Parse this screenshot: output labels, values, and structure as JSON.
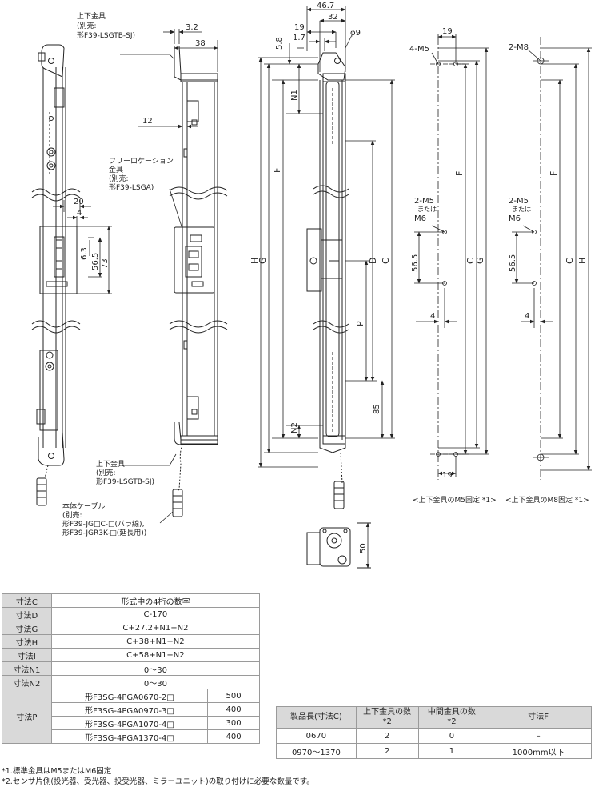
{
  "callouts": {
    "bracket_top": [
      "上下金具",
      "(別売:",
      "形F39-LSGTB-SJ)"
    ],
    "free_location": [
      "フリーロケーション",
      "金具",
      "(別売:",
      "形F39-LSGA)"
    ],
    "bracket_bottom": [
      "上下金具",
      "(別売:",
      "形F39-LSGTB-SJ)"
    ],
    "cable": [
      "本体ケーブル",
      "(別売:",
      "形F39-JG□C-□(バラ線),",
      "形F39-JGR3K-□(延長用))"
    ]
  },
  "dimensions": {
    "d46_7": "46.7",
    "d32": "32",
    "d19": "19",
    "d1_7": "1.7",
    "d5_8": "5.8",
    "phi9": "φ9",
    "d3_2": "3.2",
    "d38": "38",
    "d12": "12",
    "d20": "20",
    "d4": "4",
    "d6_3": "6.3",
    "d56_5": "56.5",
    "d73": "73",
    "d85": "85",
    "d50": "50",
    "H": "H",
    "G": "G",
    "F": "F",
    "D": "D",
    "C": "C",
    "P": "P",
    "N1": "N1",
    "N2": "N2"
  },
  "m5_view": {
    "width": "19",
    "holes_top": "4-M5",
    "holes_mid": [
      "2-M5",
      "または",
      "M6"
    ],
    "d56_5": "56.5",
    "d4": "4",
    "F": "F",
    "C": "C",
    "G": "G",
    "width_bottom": "19",
    "caption": "<上下金具のM5固定 *1>"
  },
  "m8_view": {
    "holes_top": "2-M8",
    "holes_mid": [
      "2-M5",
      "または",
      "M6"
    ],
    "d56_5": "56.5",
    "d4": "4",
    "F": "F",
    "C": "C",
    "H": "H",
    "caption": "<上下金具のM8固定 *1>"
  },
  "table1": {
    "rows": [
      {
        "label": "寸法C",
        "value": "形式中の4桁の数字"
      },
      {
        "label": "寸法D",
        "value": "C-170"
      },
      {
        "label": "寸法G",
        "value": "C+27.2+N1+N2"
      },
      {
        "label": "寸法H",
        "value": "C+38+N1+N2"
      },
      {
        "label": "寸法I",
        "value": "C+58+N1+N2"
      },
      {
        "label": "寸法N1",
        "value": "0〜30"
      },
      {
        "label": "寸法N2",
        "value": "0〜30"
      }
    ],
    "p_label": "寸法P",
    "p_rows": [
      {
        "model": "形F3SG-4PGA0670-2□",
        "value": "500"
      },
      {
        "model": "形F3SG-4PGA0970-3□",
        "value": "400"
      },
      {
        "model": "形F3SG-4PGA1070-4□",
        "value": "300"
      },
      {
        "model": "形F3SG-4PGA1370-4□",
        "value": "400"
      }
    ]
  },
  "table2": {
    "headers": [
      "製品長(寸法C)",
      "上下金具の数",
      "*2",
      "中間金具の数",
      "*2",
      "寸法F"
    ],
    "rows": [
      [
        "0670",
        "2",
        "0",
        "–"
      ],
      [
        "0970〜1370",
        "2",
        "1",
        "1000mm以下"
      ]
    ]
  },
  "footnotes": [
    "*1.標準金具はM5またはM6固定",
    "*2.センサ片側(投光器、受光器、投受光器、ミラーユニット)の取り付けに必要な数量です。"
  ]
}
